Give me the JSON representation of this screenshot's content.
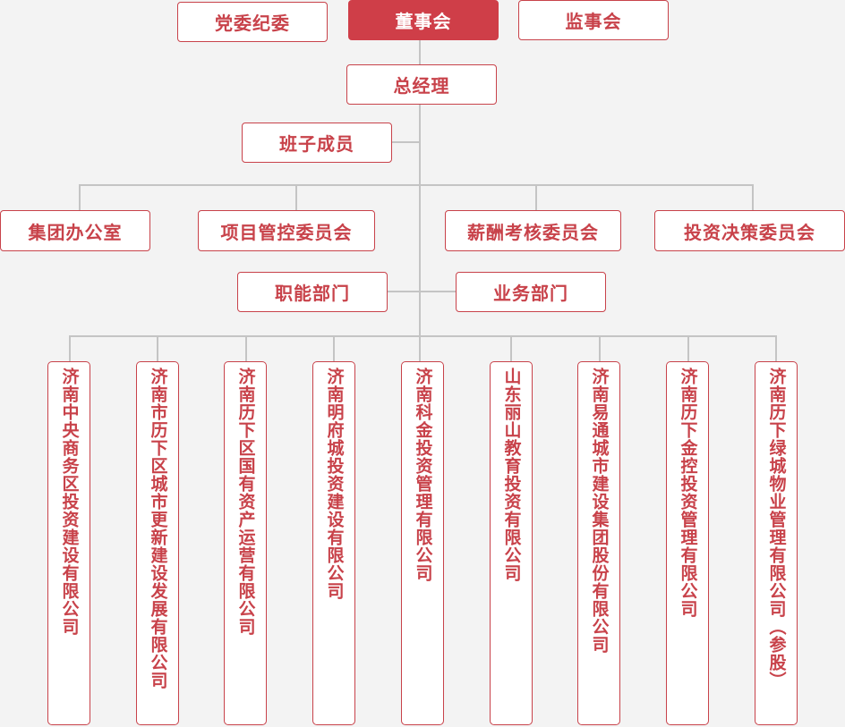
{
  "top": {
    "party": "党委纪委",
    "board": "董事会",
    "supervisors": "监事会"
  },
  "gm": "总经理",
  "team": "班子成员",
  "committees": [
    "集团办公室",
    "项目管控委员会",
    "薪酬考核委员会",
    "投资决策委员会"
  ],
  "departments": {
    "functional": "职能部门",
    "business": "业务部门"
  },
  "companies": [
    "济南中央商务区投资建设有限公司",
    "济南市历下区城市更新建设发展有限公司",
    "济南历下区国有资产运营有限公司",
    "济南明府城投资建设有限公司",
    "济南科金投资管理有限公司",
    "山东丽山教育投资有限公司",
    "济南易通城市建设集团股份有限公司",
    "济南历下金控投资管理有限公司",
    "济南历下绿城物业管理有限公司（参股）"
  ],
  "colors": {
    "accent": "#cf3e48",
    "line": "#c4c4c4",
    "background": "#f3f3f3"
  }
}
